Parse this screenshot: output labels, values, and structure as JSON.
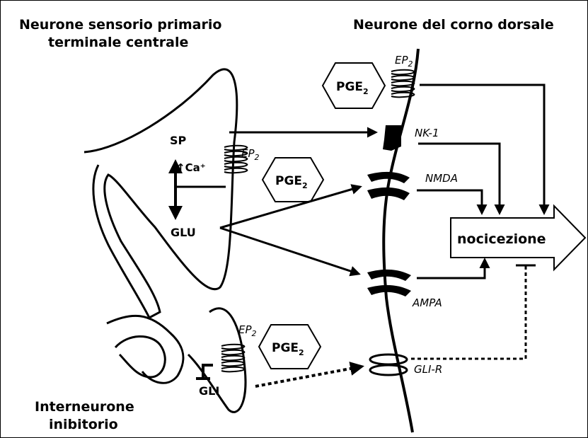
{
  "titles": {
    "left_line1": "Neurone sensorio primario",
    "left_line2": "terminale centrale",
    "right": "Neurone del corno dorsale",
    "bottom_line1": "Interneurone",
    "bottom_line2": "inibitorio"
  },
  "labels": {
    "sp": "SP",
    "ca": "↑Ca⁺",
    "glu": "GLU",
    "gli": "GLI",
    "ep": "EP",
    "ep_sub": "2",
    "pge": "PGE",
    "pge_sub": "2",
    "nk1": "NK-1",
    "nmda": "NMDA",
    "ampa": "AMPA",
    "glir": "GLI-R",
    "output": "nocicezione"
  },
  "colors": {
    "ink": "#000000",
    "background": "#ffffff"
  }
}
